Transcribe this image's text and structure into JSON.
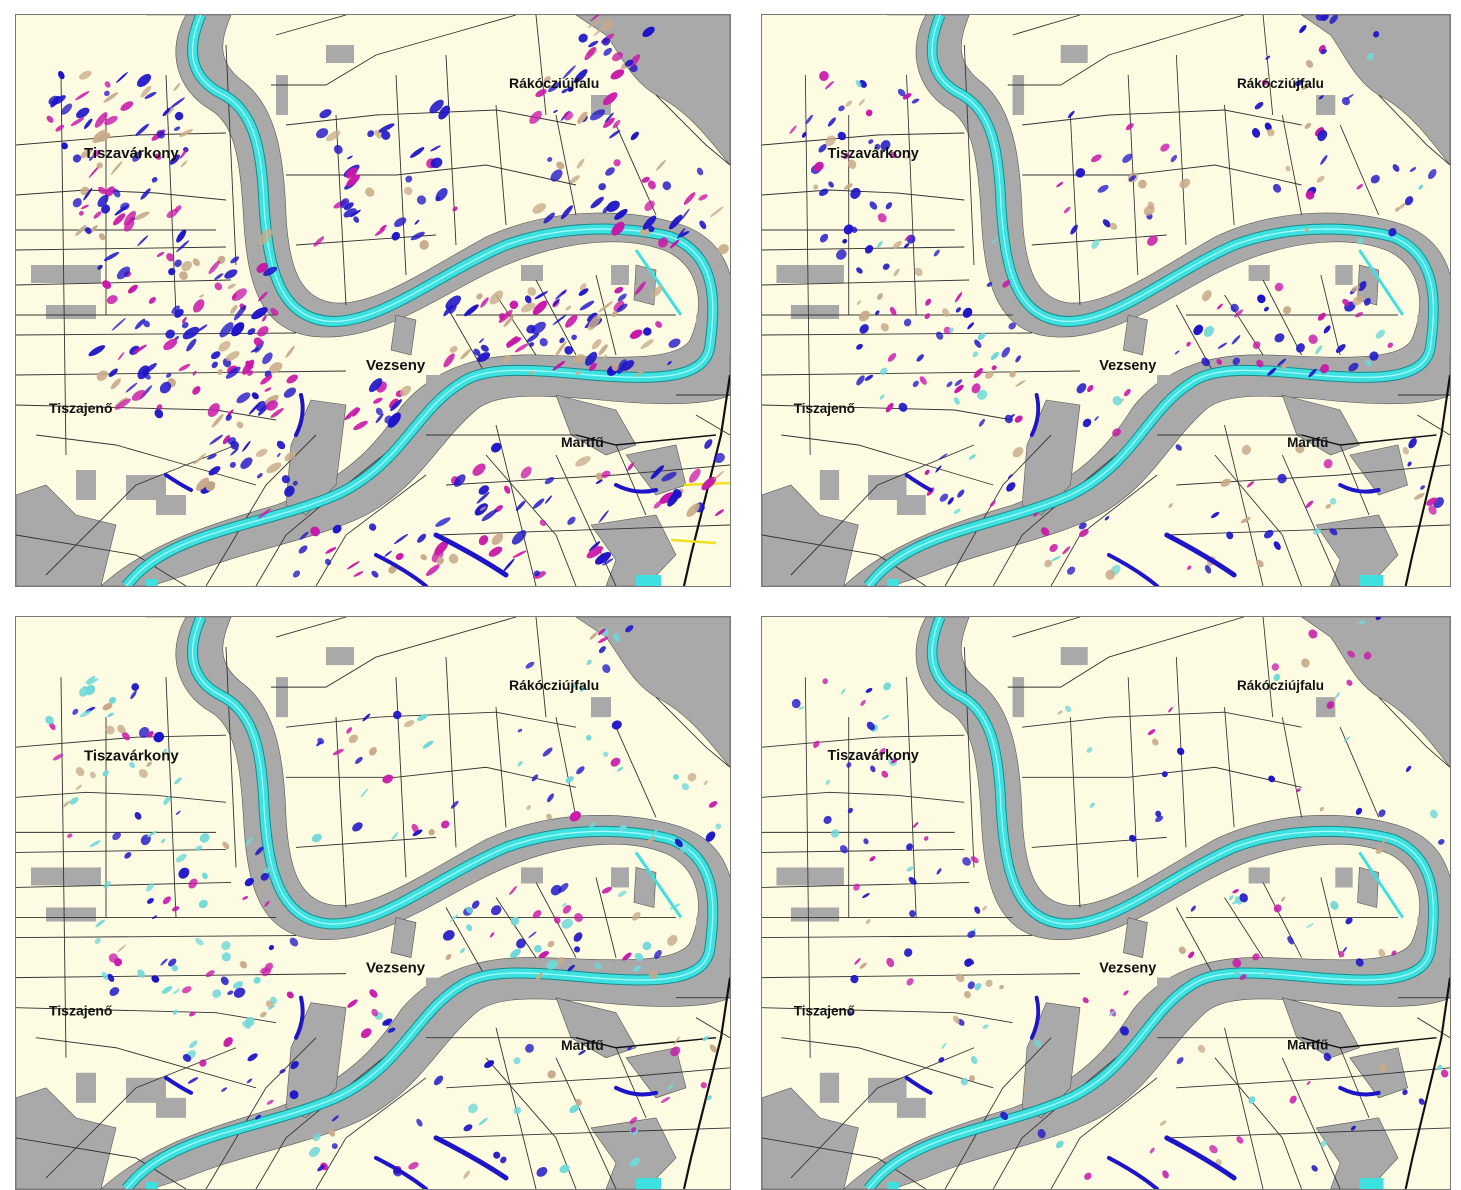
{
  "colors": {
    "background": "#fdfce3",
    "river": "#3fe0e0",
    "floodplain": "#a9a9a9",
    "parcel_line": "#333333",
    "water_deep": "#1e14c8",
    "water_mixed": "#c818a8",
    "wet_soil": "#c8aa8a",
    "shallow_water": "#70d8d8",
    "road_yellow": "#f0e020"
  },
  "places": {
    "tiszavarkony": "Tiszavárkony",
    "rakocziujfalu": "Rákócziújfalu",
    "vezseny": "Vezseny",
    "tiszajeno": "Tiszajenő",
    "martfu": "Martfű"
  },
  "panels": [
    {
      "id": "top-left",
      "intensity": 1.0,
      "cyan": 0.0
    },
    {
      "id": "top-right",
      "intensity": 0.55,
      "cyan": 0.1
    },
    {
      "id": "bottom-left",
      "intensity": 0.55,
      "cyan": 0.35
    },
    {
      "id": "bottom-right",
      "intensity": 0.3,
      "cyan": 0.25
    }
  ]
}
